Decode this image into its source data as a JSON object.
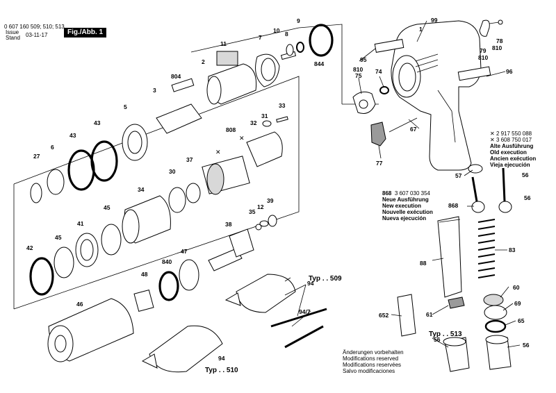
{
  "header": {
    "doc_number": "0 607 160 509; 510; 513",
    "issue_label_1": "Issue",
    "issue_label_2": "Stand",
    "issue_date": "03-11-17",
    "figure": "Fig./Abb. 1"
  },
  "part_numbers": {
    "p1": "1",
    "p2": "2",
    "p3": "3",
    "p5": "5",
    "p6": "6",
    "p7": "7",
    "p8": "8",
    "p9": "9",
    "p10": "10",
    "p11": "11",
    "p12": "12",
    "p27": "27",
    "p30": "30",
    "p31": "31",
    "p32": "32",
    "p33": "33",
    "p34": "34",
    "p35": "35",
    "p37": "37",
    "p38": "38",
    "p39": "39",
    "p41": "41",
    "p42": "42",
    "p43a": "43",
    "p43b": "43",
    "p45a": "45",
    "p45b": "45",
    "p46": "46",
    "p47": "47",
    "p48": "48",
    "p56a": "56",
    "p56b": "56",
    "p57": "57",
    "p60": "60",
    "p61": "61",
    "p65": "65",
    "p67": "67",
    "p69": "69",
    "p74": "74",
    "p75": "75",
    "p77": "77",
    "p78": "78",
    "p79": "79",
    "p83": "83",
    "p88": "88",
    "p94a": "94",
    "p94b": "94",
    "p94c": "94/7",
    "p95": "95",
    "p96": "96",
    "p99": "99",
    "p652": "652",
    "p804": "804",
    "p808": "808",
    "p810a": "810",
    "p810b": "810",
    "p810c": "810",
    "p840": "840",
    "p844": "844",
    "p868": "868",
    "p56c": "56",
    "p56d": "56"
  },
  "variants": {
    "typ_509": "Typ . . 509",
    "typ_510": "Typ . . 510",
    "typ_513": "Typ . . 513"
  },
  "old_execution": {
    "line1": "2 917 550 088",
    "line2": "3 608 750 017",
    "de": "Alte Ausführung",
    "en": "Old execution",
    "fr": "Ancien exécution",
    "es": "Vieja ejecución"
  },
  "new_execution": {
    "code": "868",
    "number": "3 607 030 354",
    "de": "Neue Ausführung",
    "en": "New execution",
    "fr": "Nouvelle exécution",
    "es": "Nueva ejecución"
  },
  "disclaimer": {
    "de": "Änderungen vorbehalten",
    "en": "Modifications reserved",
    "fr": "Modifications reservées",
    "es": "Salvo modificaciones"
  },
  "colors": {
    "ink": "#000000",
    "paper": "#ffffff",
    "shade": "#9a9a9a"
  }
}
